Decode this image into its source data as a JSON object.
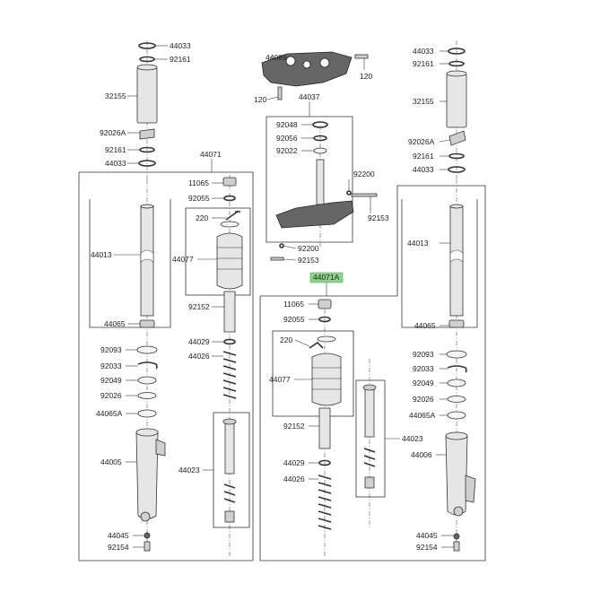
{
  "labels": {
    "l44033_left": "44033",
    "l92161_left": "92161",
    "l32155_left": "32155",
    "l92026A_left": "92026A",
    "l92161_left2": "92161",
    "l44033_left2": "44033",
    "l44071": "44071",
    "l11065_left": "11065",
    "l92055_left": "92055",
    "l220_left": "220",
    "l44013_left": "44013",
    "l44077_left": "44077",
    "l44065_left": "44065",
    "l92152_left": "92152",
    "l44029_left": "44029",
    "l44026_left": "44026",
    "l92093_left": "92093",
    "l92033_left": "92033",
    "l92049_left": "92049",
    "l92026_left": "92026",
    "l44065A_left": "44065A",
    "l44005": "44005",
    "l44023_left": "44023",
    "l44045_left": "44045",
    "l92154_left": "92154",
    "l44081": "44081",
    "l120_top_right": "120",
    "l120_top_left": "120",
    "l44037": "44037",
    "l92048": "92048",
    "l92056": "92056",
    "l92022": "92022",
    "l92200_upper": "92200",
    "l92153_upper": "92153",
    "l92200_lower": "92200",
    "l92153_lower": "92153",
    "l44071A": "44071A",
    "l11065_mid": "11065",
    "l92055_mid": "92055",
    "l220_mid": "220",
    "l44077_mid": "44077",
    "l92152_mid": "92152",
    "l44029_mid": "44029",
    "l44026_mid": "44026",
    "l44023_mid": "44023",
    "l44033_right": "44033",
    "l92161_right": "92161",
    "l32155_right": "32155",
    "l92026A_right": "92026A",
    "l92161_right2": "92161",
    "l44033_right2": "44033",
    "l44013_right": "44013",
    "l44065_right": "44065",
    "l92093_right": "92093",
    "l92033_right": "92033",
    "l92049_right": "92049",
    "l92026_right": "92026",
    "l44065A_right": "44065A",
    "l44006": "44006",
    "l44045_right": "44045",
    "l92154_right": "92154"
  },
  "colors": {
    "highlight": "#8fd18f",
    "line": "#333333",
    "background": "#ffffff"
  }
}
